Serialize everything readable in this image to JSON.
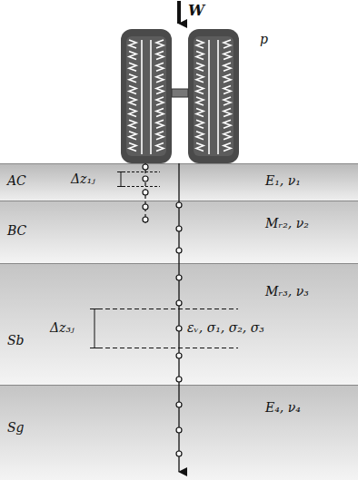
{
  "diagram": {
    "nodes": [
      {
        "text": [
          "AC",
          "E₁, ν₁"
        ]
      },
      {
        "text": [
          "BC",
          "Mᵣ₂, ν₂"
        ]
      },
      {
        "text": [
          "Sb",
          "Mᵣ₃, ν₃"
        ]
      },
      {
        "text": [
          "Sg",
          "E₄, ν₄"
        ]
      }
    ],
    "labels": [
      "W",
      "p",
      "Δz₁ⱼ",
      "Δz₃ⱼ",
      "εᵥ, σ₁, σ₂, σ₃"
    ]
  }
}
